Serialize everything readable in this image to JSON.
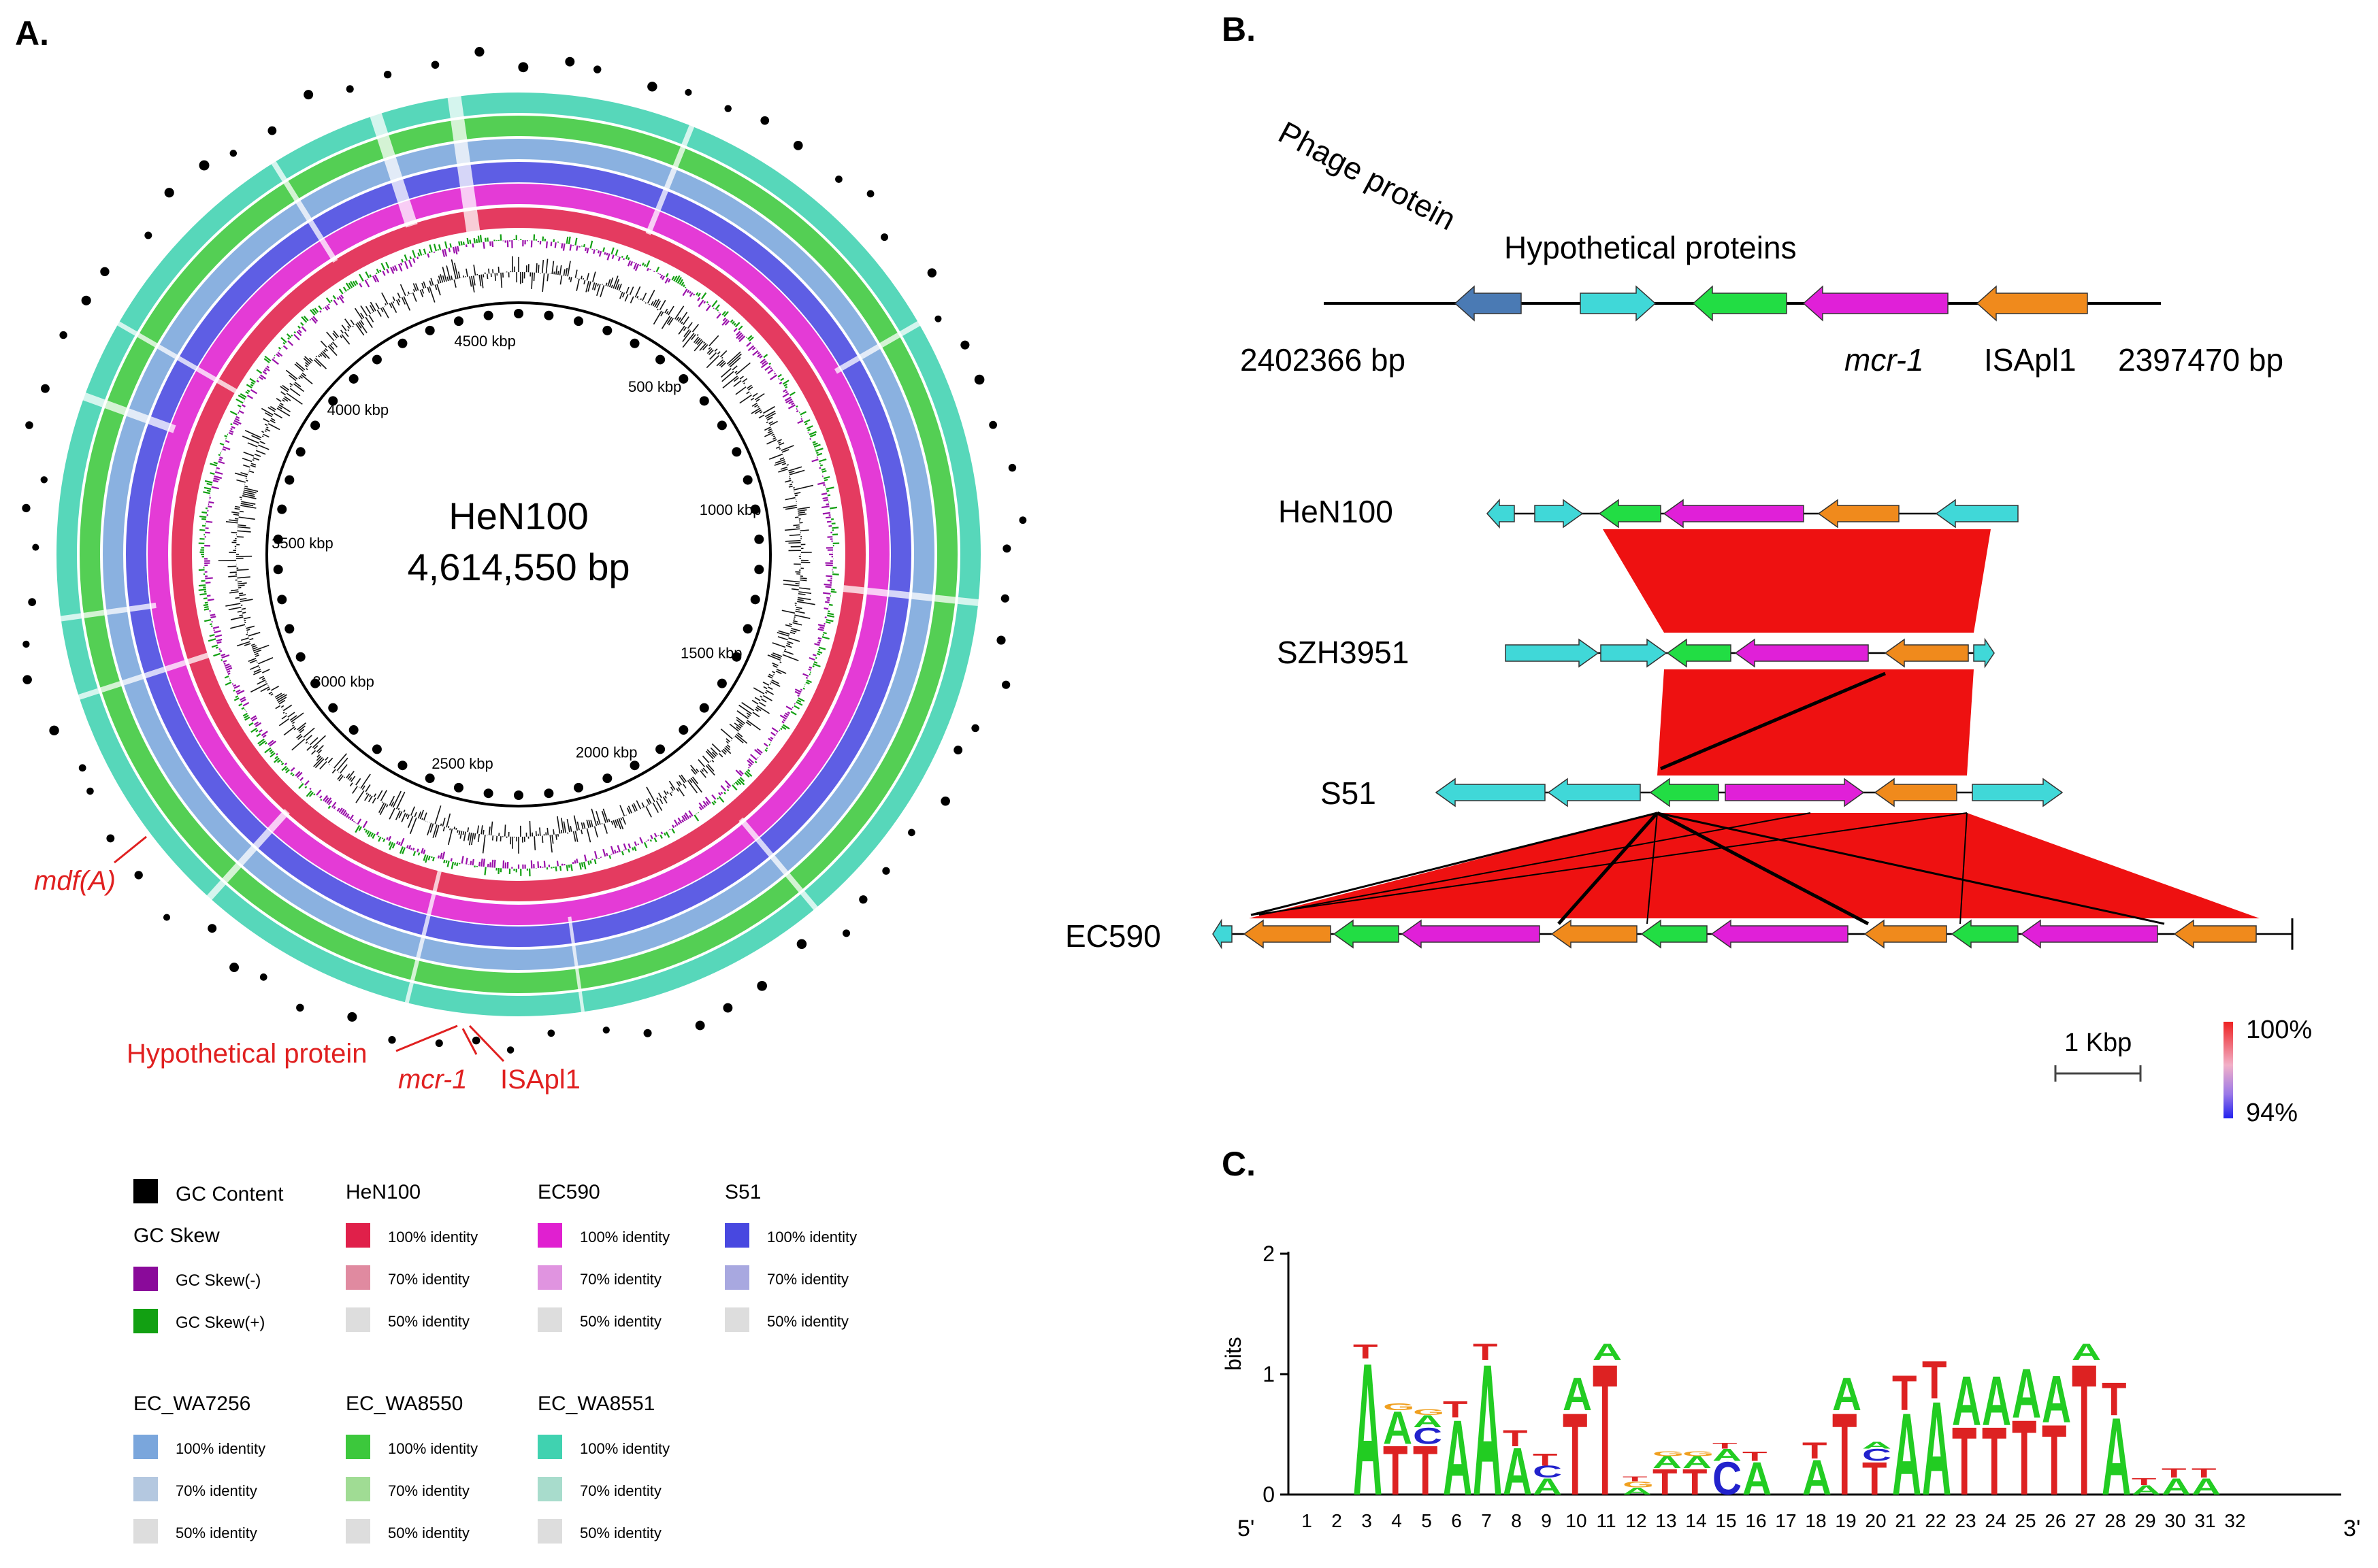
{
  "panel_a": {
    "label": "A.",
    "center_name": "HeN100",
    "center_size": "4,614,550 bp",
    "ticks": [
      "500 kbp",
      "1000 kbp",
      "1500 kbp",
      "2000 kbp",
      "2500 kbp",
      "3000 kbp",
      "3500 kbp",
      "4000 kbp",
      "4500 kbp"
    ],
    "annotations": {
      "mdfa": "mdf(A)",
      "hypothetical": "Hypothetical protein",
      "mcr1": "mcr-1",
      "isapl1": "ISApl1"
    },
    "ring_colors": [
      "#e0204a",
      "#e020d0",
      "#4848e0",
      "#7aa6dc",
      "#3cc83c",
      "#40d2b0"
    ],
    "legend": {
      "gc_content": "GC Content",
      "gc_skew": "GC Skew",
      "gc_skew_neg": "GC Skew(-)",
      "gc_skew_pos": "GC Skew(+)",
      "groups": [
        {
          "name": "HeN100",
          "colors": [
            "#e0204a",
            "#e08aa0",
            "#dddddd"
          ],
          "items": [
            "100% identity",
            "70% identity",
            "50% identity"
          ]
        },
        {
          "name": "EC590",
          "colors": [
            "#e020d0",
            "#e094e0",
            "#dddddd"
          ],
          "items": [
            "100% identity",
            "70% identity",
            "50% identity"
          ]
        },
        {
          "name": "S51",
          "colors": [
            "#4848e0",
            "#a8a8e0",
            "#dddddd"
          ],
          "items": [
            "100% identity",
            "70% identity",
            "50% identity"
          ]
        },
        {
          "name": "EC_WA7256",
          "colors": [
            "#7aa6dc",
            "#b4c8e0",
            "#dddddd"
          ],
          "items": [
            "100% identity",
            "70% identity",
            "50% identity"
          ]
        },
        {
          "name": "EC_WA8550",
          "colors": [
            "#3cc83c",
            "#a0dc94",
            "#dddddd"
          ],
          "items": [
            "100% identity",
            "70% identity",
            "50% identity"
          ]
        },
        {
          "name": "EC_WA8551",
          "colors": [
            "#40d2b0",
            "#a8dccc",
            "#dddddd"
          ],
          "items": [
            "100% identity",
            "70% identity",
            "50% identity"
          ]
        }
      ]
    }
  },
  "panel_b": {
    "label": "B.",
    "phage_protein": "Phage protein",
    "hypothetical_proteins": "Hypothetical proteins",
    "start_bp": "2402366 bp",
    "end_bp": "2397470 bp",
    "mcr1": "mcr-1",
    "isapl1": "ISApl1",
    "strains": [
      "HeN100",
      "SZH3951",
      "S51",
      "EC590"
    ],
    "scale_label": "1 Kbp",
    "identity_max": "100%",
    "identity_min": "94%",
    "gene_colors": {
      "phage": "#4a7ab4",
      "hypothetical": "#40d8d8",
      "green": "#22dd44",
      "mcr1": "#e020d8",
      "isapl1": "#f08a1c",
      "match": "#ee1111"
    }
  },
  "panel_c": {
    "label": "C.",
    "ylabel": "bits",
    "yticks": [
      "0",
      "1",
      "2"
    ],
    "five_prime": "5'",
    "three_prime": "3'",
    "positions": [
      "1",
      "2",
      "3",
      "4",
      "5",
      "6",
      "7",
      "8",
      "9",
      "10",
      "11",
      "12",
      "13",
      "14",
      "15",
      "16",
      "17",
      "18",
      "19",
      "20",
      "21",
      "22",
      "23",
      "24",
      "25",
      "26",
      "27",
      "28",
      "29",
      "30",
      "31",
      "32"
    ],
    "logo_colors": {
      "A": "#22cc22",
      "T": "#dd2222",
      "C": "#2222cc",
      "G": "#f0a020"
    },
    "logo": [
      [],
      [],
      [
        [
          "A",
          1.13
        ],
        [
          "T",
          0.12
        ]
      ],
      [
        [
          "T",
          0.42
        ],
        [
          "A",
          0.28
        ],
        [
          "G",
          0.06
        ]
      ],
      [
        [
          "T",
          0.42
        ],
        [
          "C",
          0.14
        ],
        [
          "A",
          0.1
        ],
        [
          "G",
          0.05
        ]
      ],
      [
        [
          "A",
          0.64
        ],
        [
          "T",
          0.14
        ]
      ],
      [
        [
          "A",
          1.12
        ],
        [
          "T",
          0.14
        ]
      ],
      [
        [
          "A",
          0.4
        ],
        [
          "T",
          0.14
        ]
      ],
      [
        [
          "A",
          0.14
        ],
        [
          "C",
          0.1
        ],
        [
          "T",
          0.1
        ]
      ],
      [
        [
          "T",
          0.7
        ],
        [
          "A",
          0.28
        ]
      ],
      [
        [
          "T",
          1.12
        ],
        [
          "A",
          0.14
        ]
      ],
      [
        [
          "A",
          0.06
        ],
        [
          "G",
          0.05
        ],
        [
          "T",
          0.04
        ]
      ],
      [
        [
          "T",
          0.22
        ],
        [
          "A",
          0.1
        ],
        [
          "G",
          0.04
        ]
      ],
      [
        [
          "T",
          0.22
        ],
        [
          "A",
          0.1
        ],
        [
          "G",
          0.04
        ]
      ],
      [
        [
          "C",
          0.28
        ],
        [
          "A",
          0.1
        ],
        [
          "T",
          0.05
        ]
      ],
      [
        [
          "A",
          0.28
        ],
        [
          "T",
          0.08
        ]
      ],
      [],
      [
        [
          "A",
          0.3
        ],
        [
          "T",
          0.14
        ]
      ],
      [
        [
          "T",
          0.7
        ],
        [
          "A",
          0.28
        ]
      ],
      [
        [
          "T",
          0.28
        ],
        [
          "C",
          0.1
        ],
        [
          "A",
          0.06
        ]
      ],
      [
        [
          "A",
          0.7
        ],
        [
          "T",
          0.3
        ]
      ],
      [
        [
          "A",
          0.8
        ],
        [
          "T",
          0.32
        ]
      ],
      [
        [
          "T",
          0.58
        ],
        [
          "A",
          0.42
        ]
      ],
      [
        [
          "T",
          0.58
        ],
        [
          "A",
          0.42
        ]
      ],
      [
        [
          "T",
          0.64
        ],
        [
          "A",
          0.42
        ]
      ],
      [
        [
          "T",
          0.6
        ],
        [
          "A",
          0.4
        ]
      ],
      [
        [
          "T",
          1.12
        ],
        [
          "A",
          0.14
        ]
      ],
      [
        [
          "A",
          0.66
        ],
        [
          "T",
          0.28
        ]
      ],
      [
        [
          "A",
          0.08
        ],
        [
          "T",
          0.06
        ]
      ],
      [
        [
          "A",
          0.14
        ],
        [
          "T",
          0.08
        ]
      ],
      [
        [
          "A",
          0.14
        ],
        [
          "T",
          0.08
        ]
      ],
      []
    ]
  }
}
